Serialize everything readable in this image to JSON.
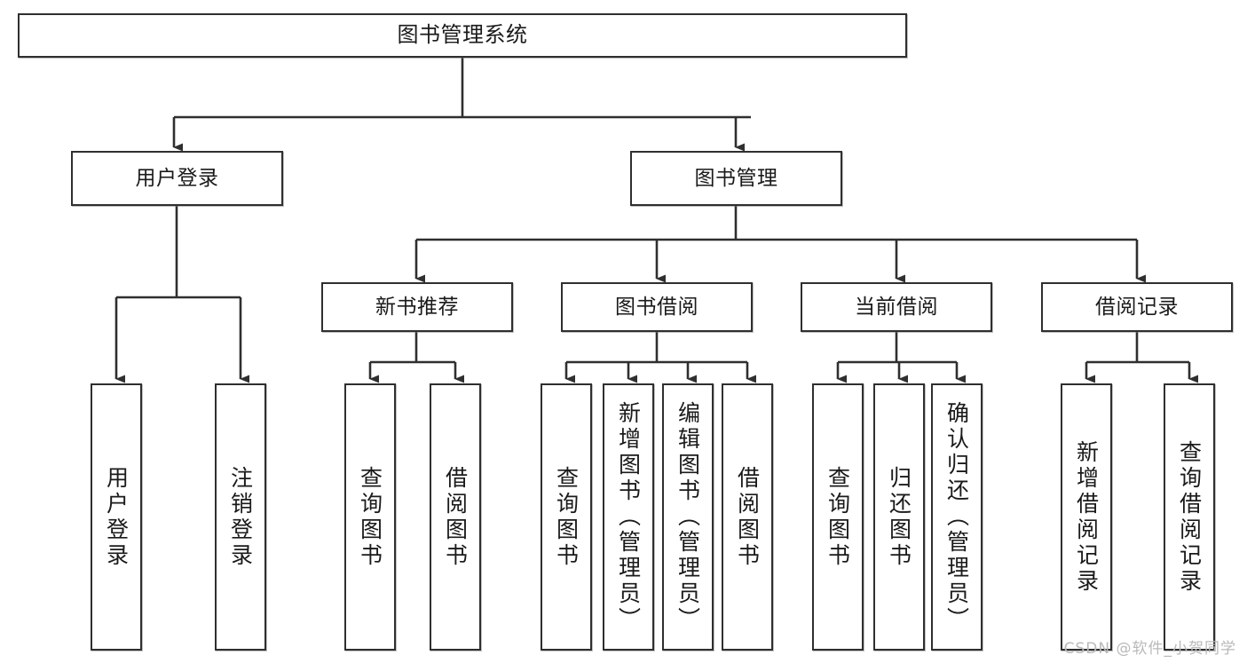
{
  "diagram": {
    "title": "图书管理系统",
    "watermark": "CSDN @软件_小贺同学",
    "line_color": "#2f2f2f",
    "box_fill": "#ffffff",
    "text_color": "#1a1a1a",
    "watermark_color": "#b9b9b9",
    "root": {
      "label": "图书管理系统"
    },
    "level2": [
      {
        "label": "用户登录"
      },
      {
        "label": "图书管理"
      }
    ],
    "level3": [
      {
        "label": "新书推荐"
      },
      {
        "label": "图书借阅"
      },
      {
        "label": "当前借阅"
      },
      {
        "label": "借阅记录"
      }
    ],
    "leaves": {
      "user_login": [
        {
          "label": "用户登录"
        },
        {
          "label": "注销登录"
        }
      ],
      "new_book_recommend": [
        {
          "label": "查询图书"
        },
        {
          "label": "借阅图书"
        }
      ],
      "book_borrow": [
        {
          "label": "查询图书"
        },
        {
          "label": "新增图书（管理员）"
        },
        {
          "label": "编辑图书（管理员）"
        },
        {
          "label": "借阅图书"
        }
      ],
      "current_borrow": [
        {
          "label": "查询图书"
        },
        {
          "label": "归还图书"
        },
        {
          "label": "确认归还（管理员）"
        }
      ],
      "borrow_record": [
        {
          "label": "新增借阅记录"
        },
        {
          "label": "查询借阅记录"
        }
      ]
    }
  }
}
